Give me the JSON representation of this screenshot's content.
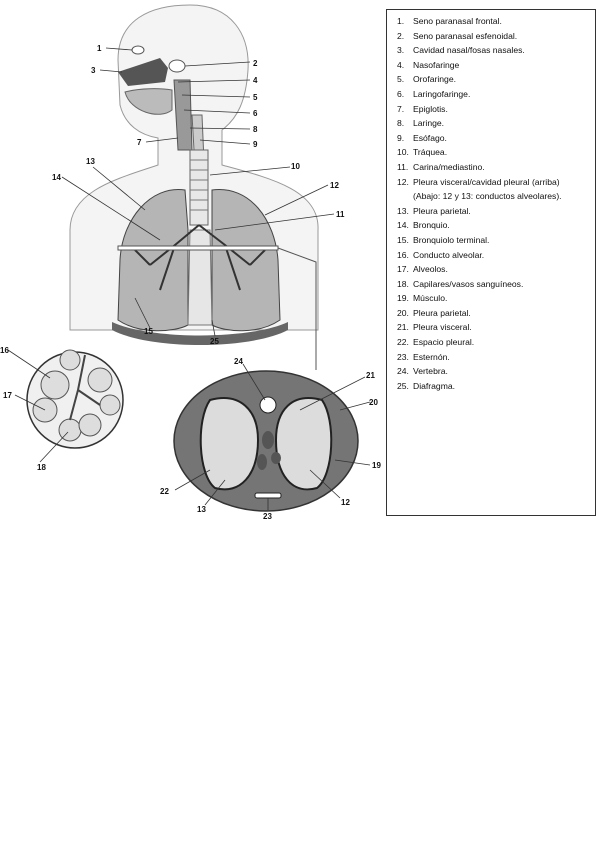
{
  "legend": [
    {
      "num": "1.",
      "text": "Seno paranasal frontal."
    },
    {
      "num": "2.",
      "text": "Seno paranasal esfenoidal."
    },
    {
      "num": "3.",
      "text": "Cavidad nasal/fosas nasales."
    },
    {
      "num": "4.",
      "text": "Nasofaringe"
    },
    {
      "num": "5.",
      "text": "Orofaringe."
    },
    {
      "num": "6.",
      "text": "Laringofaringe."
    },
    {
      "num": "7.",
      "text": "Epiglotis."
    },
    {
      "num": "8.",
      "text": "Laringe."
    },
    {
      "num": "9.",
      "text": "Esófago."
    },
    {
      "num": "10.",
      "text": "Tráquea."
    },
    {
      "num": "11.",
      "text": "Carina/mediastino."
    },
    {
      "num": "12.",
      "text": "Pleura visceral/cavidad pleural (arriba)",
      "note": "(Abajo: 12 y 13: conductos alveolares)."
    },
    {
      "num": "13.",
      "text": "Pleura parietal."
    },
    {
      "num": "14.",
      "text": "Bronquio."
    },
    {
      "num": "15.",
      "text": "Bronquiolo terminal."
    },
    {
      "num": "16.",
      "text": "Conducto alveolar."
    },
    {
      "num": "17.",
      "text": "Alveolos."
    },
    {
      "num": "18.",
      "text": "Capilares/vasos sanguíneos."
    },
    {
      "num": "19.",
      "text": "Músculo."
    },
    {
      "num": "20.",
      "text": "Pleura parietal."
    },
    {
      "num": "21.",
      "text": "Pleura visceral."
    },
    {
      "num": "22.",
      "text": "Espacio pleural."
    },
    {
      "num": "23.",
      "text": "Esternón."
    },
    {
      "num": "24.",
      "text": "Vertebra."
    },
    {
      "num": "25.",
      "text": "Diafragma."
    }
  ],
  "callouts": {
    "c1": "1",
    "c2": "2",
    "c3": "3",
    "c4": "4",
    "c5": "5",
    "c6": "6",
    "c7": "7",
    "c8": "8",
    "c9": "9",
    "c10": "10",
    "c11": "11",
    "c12": "12",
    "c13": "13",
    "c14": "14",
    "c15": "15",
    "c16": "16",
    "c17": "17",
    "c18": "18",
    "c19": "19",
    "c20": "20",
    "c21": "21",
    "c22": "22",
    "c23": "23",
    "c24": "24",
    "c25": "25",
    "c12b": "12",
    "c13b": "13"
  },
  "colors": {
    "dark_gray": "#555555",
    "mid_gray": "#8a8a8a",
    "light_gray": "#d0d0d0",
    "outline": "#222222"
  }
}
